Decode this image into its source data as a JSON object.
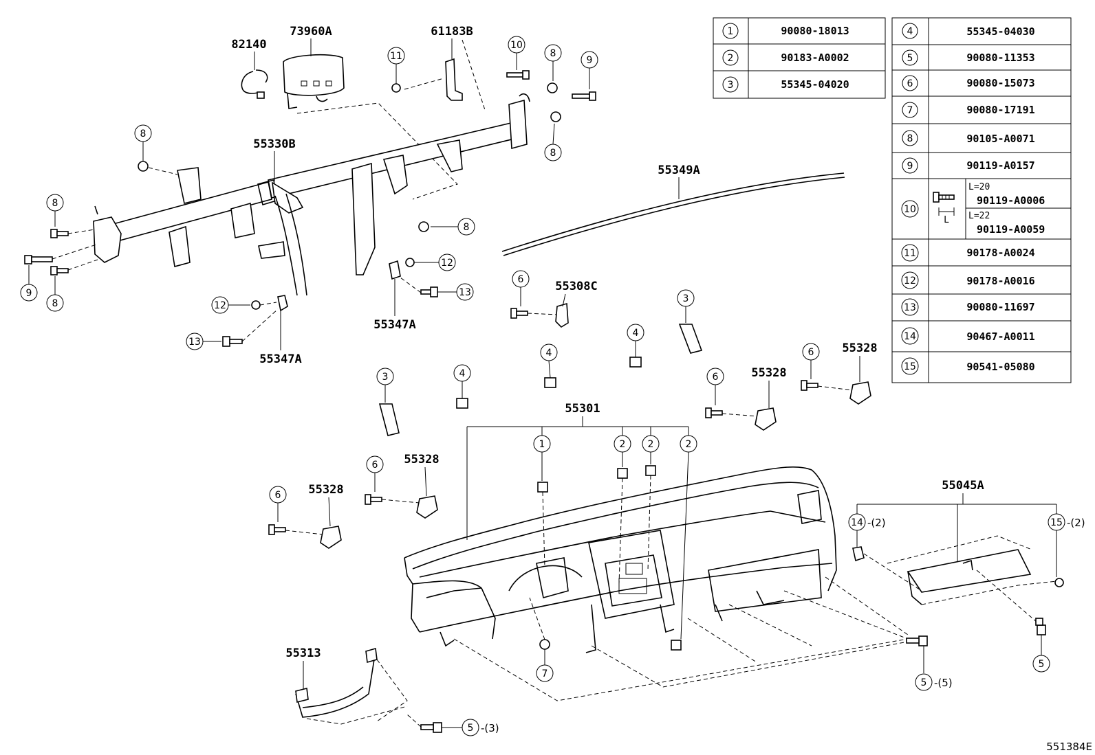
{
  "diagram_ref": "551384E",
  "table_left": [
    {
      "num": "1",
      "part": "90080-18013"
    },
    {
      "num": "2",
      "part": "90183-A0002"
    },
    {
      "num": "3",
      "part": "55345-04020"
    }
  ],
  "table_right": [
    {
      "num": "4",
      "part": "55345-04030"
    },
    {
      "num": "5",
      "part": "90080-11353"
    },
    {
      "num": "6",
      "part": "90080-15073"
    },
    {
      "num": "7",
      "part": "90080-17191"
    },
    {
      "num": "8",
      "part": "90105-A0071"
    },
    {
      "num": "9",
      "part": "90119-A0157"
    },
    {
      "num": "10",
      "sub": [
        {
          "length": "L=20",
          "part": "90119-A0006"
        },
        {
          "length": "L=22",
          "part": "90119-A0059"
        }
      ],
      "dim_label": "L"
    },
    {
      "num": "11",
      "part": "90178-A0024"
    },
    {
      "num": "12",
      "part": "90178-A0016"
    },
    {
      "num": "13",
      "part": "90080-11697"
    },
    {
      "num": "14",
      "part": "90467-A0011"
    },
    {
      "num": "15",
      "part": "90541-05080"
    }
  ],
  "labels": {
    "p82140": "82140",
    "p73960A": "73960A",
    "p61183B": "61183B",
    "p55330B": "55330B",
    "p55349A": "55349A",
    "p55308C": "55308C",
    "p55347A_1": "55347A",
    "p55347A_2": "55347A",
    "p55328_1": "55328",
    "p55328_2": "55328",
    "p55328_3": "55328",
    "p55328_4": "55328",
    "p55301": "55301",
    "p55045A": "55045A",
    "p55313": "55313"
  },
  "callouts": {
    "c1": "1",
    "c2a": "2",
    "c2b": "2",
    "c2c": "2",
    "c3a": "3",
    "c3b": "3",
    "c4a": "4",
    "c4b": "4",
    "c4c": "4",
    "c5a": "5",
    "c5b": "5",
    "c5c": "5",
    "c6a": "6",
    "c6b": "6",
    "c6c": "6",
    "c6d": "6",
    "c6e": "6",
    "c7": "7",
    "c8a": "8",
    "c8b": "8",
    "c8c": "8",
    "c8d": "8",
    "c8e": "8",
    "c8f": "8",
    "c9a": "9",
    "c9b": "9",
    "c10": "10",
    "c11": "11",
    "c12a": "12",
    "c12b": "12",
    "c13a": "13",
    "c13b": "13",
    "c14": "14",
    "c15": "15"
  },
  "quantities": {
    "q14": "-(2)",
    "q15": "-(2)",
    "q5b": "-(5)",
    "q5c": "-(3)"
  }
}
